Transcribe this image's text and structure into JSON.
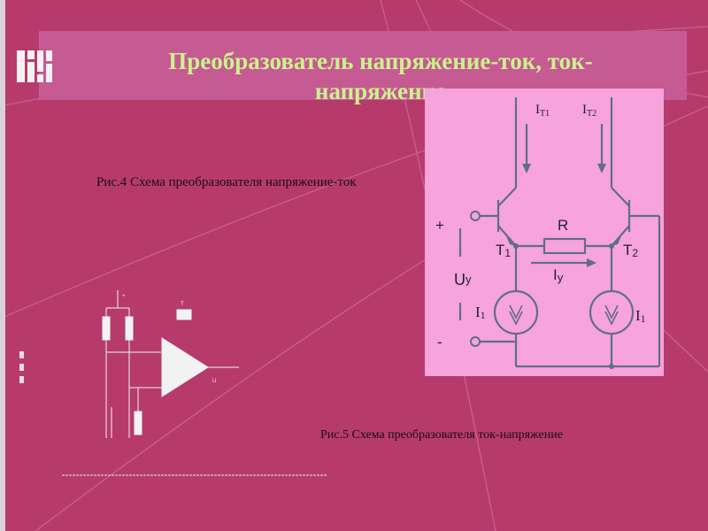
{
  "slide": {
    "title": "Преобразователь напряжение-ток, ток-напряжение",
    "caption_fig4": "Рис.4 Схема преобразователя напряжение-ток",
    "caption_fig5": "Рис.5 Схема преобразователя ток-напряжение"
  },
  "figure5": {
    "labels": {
      "it1": "I",
      "it1_sub": "T1",
      "it2": "I",
      "it2_sub": "T2",
      "plus": "+",
      "minus": "-",
      "r": "R",
      "t1": "T",
      "t1_sub": "1",
      "t2": "T",
      "t2_sub": "2",
      "uy": "U",
      "uy_sub": "y",
      "iy": "I",
      "iy_sub": "y",
      "i1_left": "I",
      "i1_left_sub": "1",
      "i1_right": "I",
      "i1_right_sub": "1"
    }
  },
  "colors": {
    "background": "#b63b6c",
    "title_band": "#c65a92",
    "title_text": "#ccf28c",
    "figure_bg": "#f7a3dc"
  }
}
